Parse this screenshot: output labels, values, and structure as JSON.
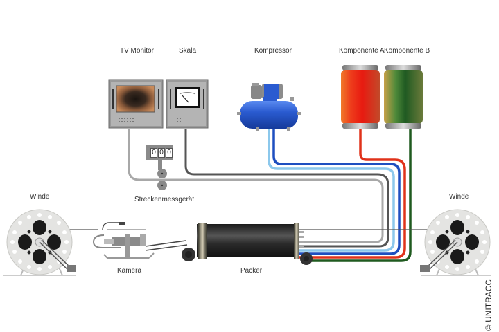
{
  "labels": {
    "tv_monitor": "TV Monitor",
    "skala": "Skala",
    "kompressor": "Kompressor",
    "komponente_a": "Komponente A",
    "komponente_b": "Komponente B",
    "streckenmessgeraet": "Streckenmessgerät",
    "winde_left": "Winde",
    "winde_right": "Winde",
    "kamera": "Kamera",
    "packer": "Packer"
  },
  "counter": {
    "digits": [
      "0",
      "0",
      "0"
    ]
  },
  "copyright": "© UNITRACC",
  "colors": {
    "component_a": "#e8321a",
    "component_b": "#2f6a2a",
    "compressor": "#2a5bd0",
    "hose_blue": "#1e4fc0",
    "hose_lightblue": "#8cc8ec",
    "hose_red": "#e0321a",
    "hose_green": "#1f5a1f",
    "cable_dark": "#555555",
    "cable_light": "#a8a8a8"
  }
}
